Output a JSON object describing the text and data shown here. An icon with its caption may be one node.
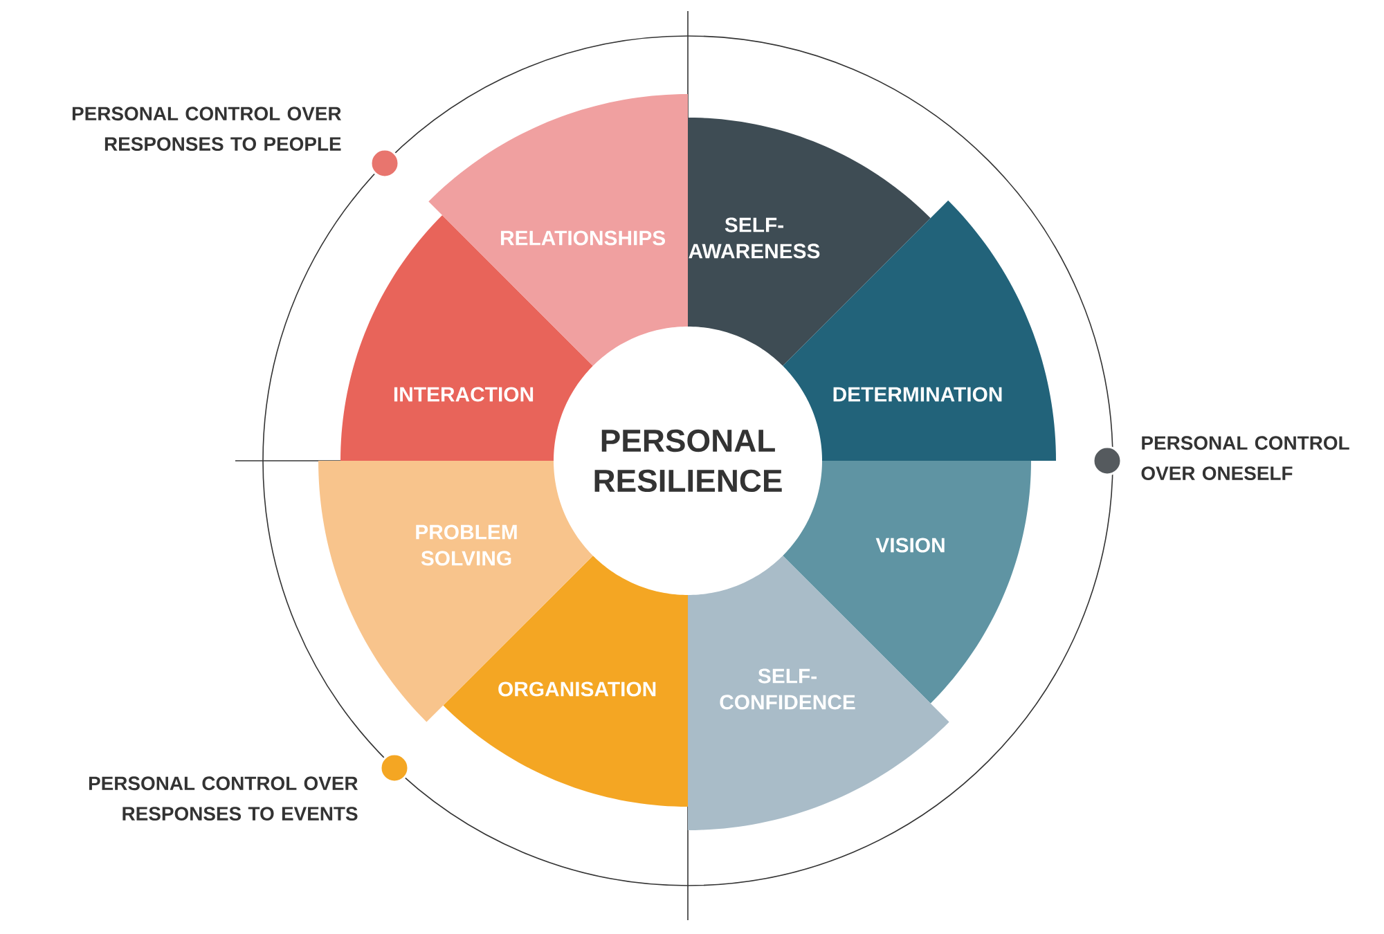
{
  "diagram": {
    "nodes": [
      {
        "text": [
          "PERSONAL RESILIENCE"
        ]
      },
      {
        "text": [
          "SELF-AWARENESS"
        ]
      },
      {
        "text": [
          "DETERMINATION"
        ]
      },
      {
        "text": [
          "VISION"
        ]
      },
      {
        "text": [
          "SELF-CONFIDENCE"
        ]
      },
      {
        "text": [
          "ORGANISATION"
        ]
      },
      {
        "text": [
          "PROBLEM SOLVING"
        ]
      },
      {
        "text": [
          "INTERACTION"
        ]
      },
      {
        "text": [
          "RELATIONSHIPS"
        ]
      }
    ],
    "labels": [
      "PERSONAL CONTROL OVER RESPONSES TO PEOPLE",
      "PERSONAL CONTROL OVER ONESELF",
      "PERSONAL CONTROL OVER RESPONSES TO EVENTS"
    ]
  }
}
